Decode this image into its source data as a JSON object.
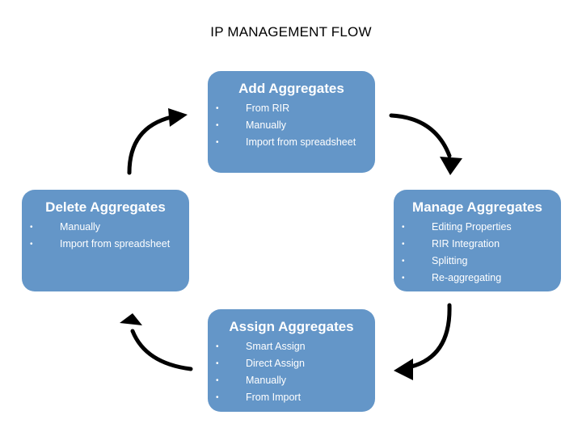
{
  "title": "IP MANAGEMENT FLOW",
  "colors": {
    "box_fill": "#6496c8",
    "box_text": "#ffffff",
    "arrow": "#000000"
  },
  "boxes": {
    "add": {
      "title": "Add Aggregates",
      "items": [
        "From RIR",
        "Manually",
        "Import from spreadsheet"
      ]
    },
    "manage": {
      "title": "Manage Aggregates",
      "items": [
        "Editing Properties",
        "RIR Integration",
        "Splitting",
        "Re-aggregating"
      ]
    },
    "assign": {
      "title": "Assign Aggregates",
      "items": [
        "Smart Assign",
        "Direct Assign",
        "Manually",
        "From Import"
      ]
    },
    "delete": {
      "title": "Delete Aggregates",
      "items": [
        "Manually",
        "Import from spreadsheet"
      ]
    }
  },
  "bullet_char": "•"
}
